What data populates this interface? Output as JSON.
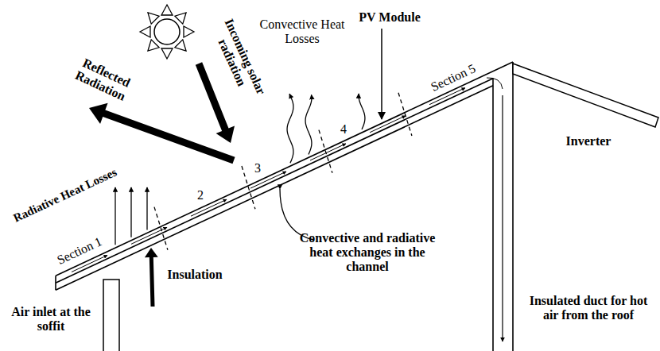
{
  "diagram": {
    "labels": [
      "Section 1",
      "2",
      "3",
      "4",
      "Section 5",
      "PV Module",
      "Incoming solar radiation",
      "Reflected Radiation",
      "Radiative Heat Losses",
      "Convective Heat Losses",
      "Convective and radiative heat exchanges in the channel",
      "Air inlet at the soffit",
      "Insulation",
      "Insulated duct for hot air from the roof",
      "Inverter"
    ]
  }
}
